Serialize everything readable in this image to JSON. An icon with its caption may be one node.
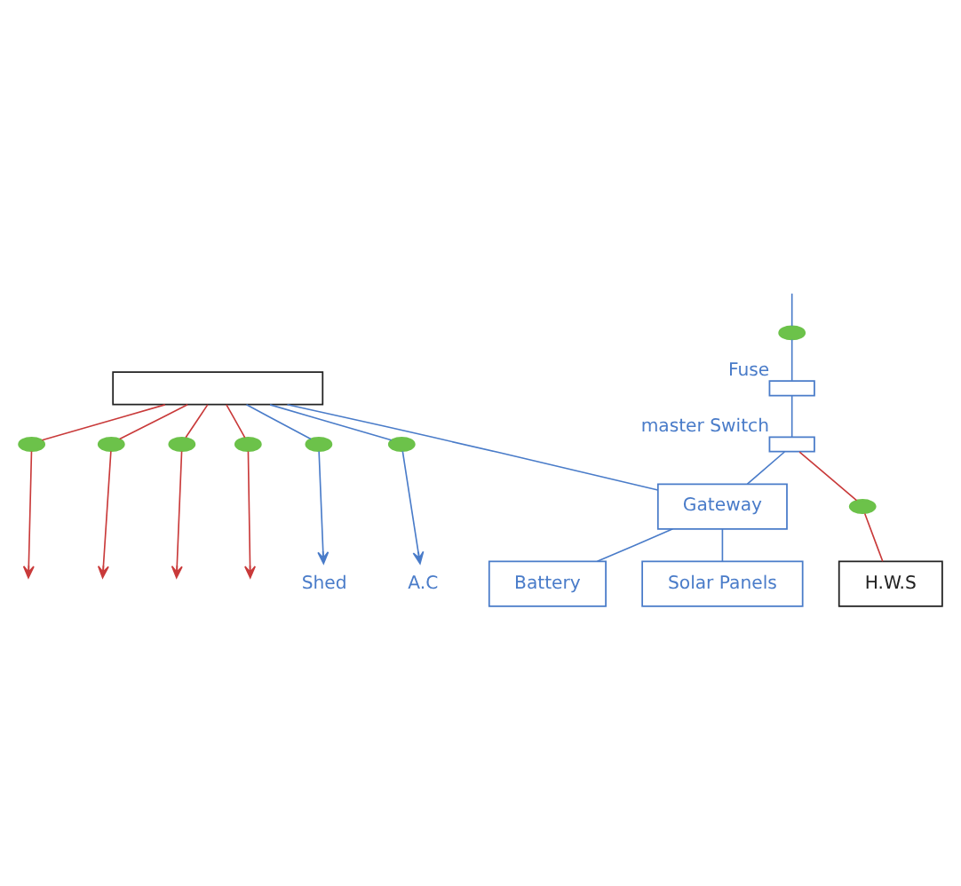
{
  "diagram": {
    "nodes": [
      {
        "text": [],
        "shape": "ellipse"
      },
      {
        "text": [],
        "shape": "box",
        "beside": [
          "Fuse"
        ]
      },
      {
        "text": [],
        "shape": "box",
        "beside": [
          "master Switch"
        ]
      },
      {
        "text": [],
        "shape": "box"
      },
      {
        "text": [],
        "shape": "ellipse"
      },
      {
        "text": [],
        "shape": "ellipse"
      },
      {
        "text": [],
        "shape": "ellipse"
      },
      {
        "text": [],
        "shape": "ellipse"
      },
      {
        "text": [],
        "shape": "ellipse"
      },
      {
        "text": [],
        "shape": "ellipse"
      },
      {
        "text": [
          "Shed"
        ]
      },
      {
        "text": [
          "A.C"
        ]
      },
      {
        "text": [
          "Gateway"
        ]
      },
      {
        "text": [
          "Battery"
        ]
      },
      {
        "text": [],
        "shape": "ellipse"
      },
      {
        "text": [
          "H.W.S"
        ]
      },
      {
        "text": [
          "Solar Panels"
        ]
      }
    ],
    "edges": [
      {
        "from": null,
        "to": 0,
        "arrow": "none"
      },
      {
        "from": 0,
        "to": 1,
        "arrow": "none"
      },
      {
        "from": 1,
        "to": 2,
        "arrow": "none"
      },
      {
        "from": 2,
        "to": 12,
        "arrow": "none"
      },
      {
        "from": 12,
        "to": 3,
        "arrow": "none"
      },
      {
        "from": 3,
        "to": 4,
        "arrow": "none",
        "color": "#c93a3a"
      },
      {
        "from": 3,
        "to": 5,
        "arrow": "none",
        "color": "#c93a3a"
      },
      {
        "from": 3,
        "to": 6,
        "arrow": "none",
        "color": "#c93a3a"
      },
      {
        "from": 3,
        "to": 7,
        "arrow": "none",
        "color": "#c93a3a"
      },
      {
        "from": 4,
        "to": null,
        "arrow": "to",
        "color": "#c93a3a"
      },
      {
        "from": 5,
        "to": null,
        "arrow": "to",
        "color": "#c93a3a"
      },
      {
        "from": 6,
        "to": null,
        "arrow": "to",
        "color": "#c93a3a"
      },
      {
        "from": 7,
        "to": null,
        "arrow": "to",
        "color": "#c93a3a"
      },
      {
        "from": 3,
        "to": 8,
        "arrow": "none"
      },
      {
        "from": 8,
        "to": 10,
        "arrow": "to"
      },
      {
        "from": 3,
        "to": 9,
        "arrow": "none"
      },
      {
        "from": 9,
        "to": 11,
        "arrow": "to"
      },
      {
        "from": 2,
        "to": 14,
        "arrow": "none",
        "color": "#c93a3a"
      },
      {
        "from": 14,
        "to": 15,
        "arrow": "none",
        "color": "#c93a3a"
      },
      {
        "from": 12,
        "to": 13,
        "arrow": "none"
      },
      {
        "from": 12,
        "to": 16,
        "arrow": "none"
      }
    ]
  }
}
